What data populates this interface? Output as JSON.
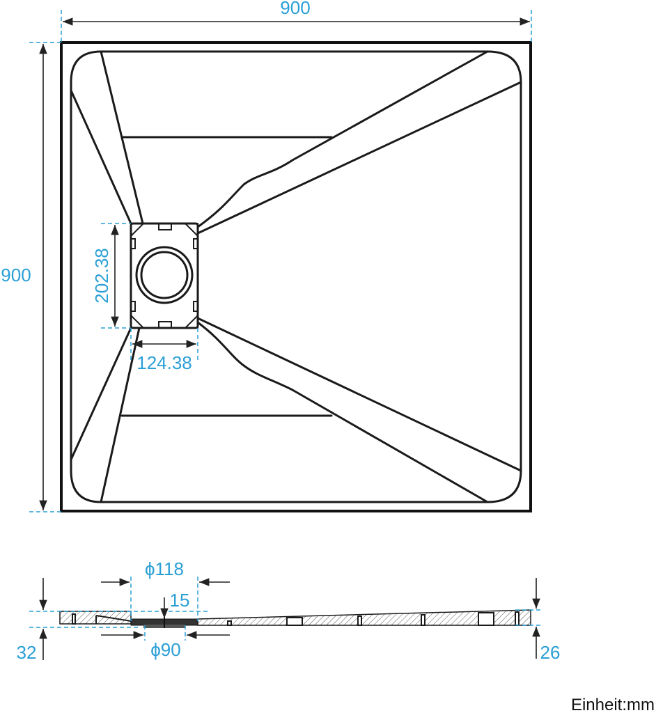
{
  "top_view": {
    "width_label": "900",
    "height_label": "900",
    "drain_height_label": "202.38",
    "drain_width_label": "124.38"
  },
  "section_view": {
    "outer_diameter_label": "ϕ118",
    "depth_label": "15",
    "inner_diameter_label": "ϕ90",
    "left_height_label": "32",
    "right_height_label": "26"
  },
  "unit_label": "Einheit:mm"
}
